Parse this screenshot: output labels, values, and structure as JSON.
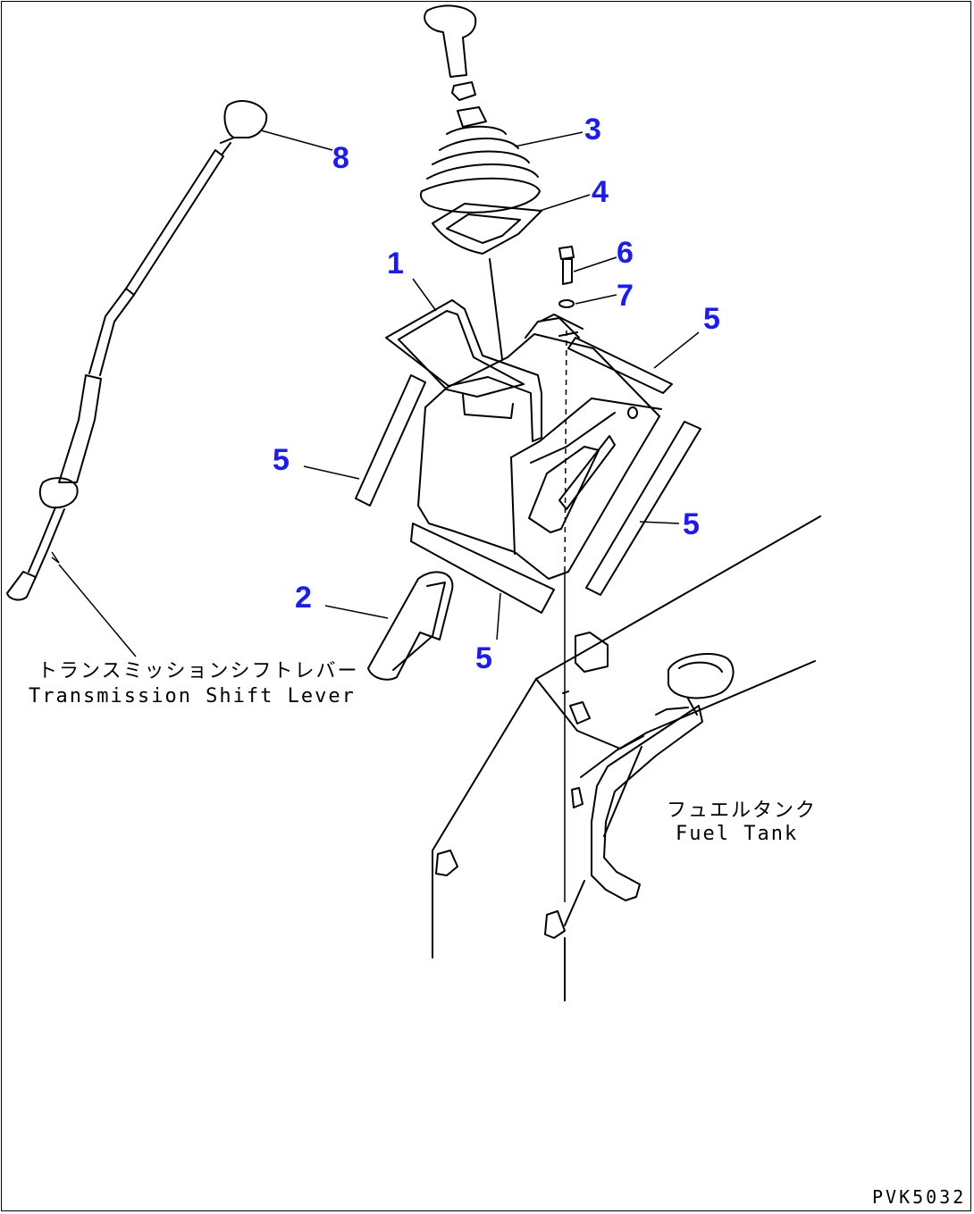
{
  "callouts": [
    {
      "id": "1",
      "label": "1"
    },
    {
      "id": "2",
      "label": "2"
    },
    {
      "id": "3",
      "label": "3"
    },
    {
      "id": "4",
      "label": "4"
    },
    {
      "id": "5a",
      "label": "5"
    },
    {
      "id": "5b",
      "label": "5"
    },
    {
      "id": "5c",
      "label": "5"
    },
    {
      "id": "5d",
      "label": "5"
    },
    {
      "id": "6",
      "label": "6"
    },
    {
      "id": "7",
      "label": "7"
    },
    {
      "id": "8",
      "label": "8"
    }
  ],
  "notes": {
    "lever_jp": "トランスミッションシフトレバー",
    "lever_en": "Transmission Shift Lever",
    "tank_jp": "フュエルタンク",
    "tank_en": "Fuel Tank"
  },
  "drawing_code": "PVK5032",
  "colors": {
    "callout": "#1a1aff",
    "line": "#000000"
  }
}
